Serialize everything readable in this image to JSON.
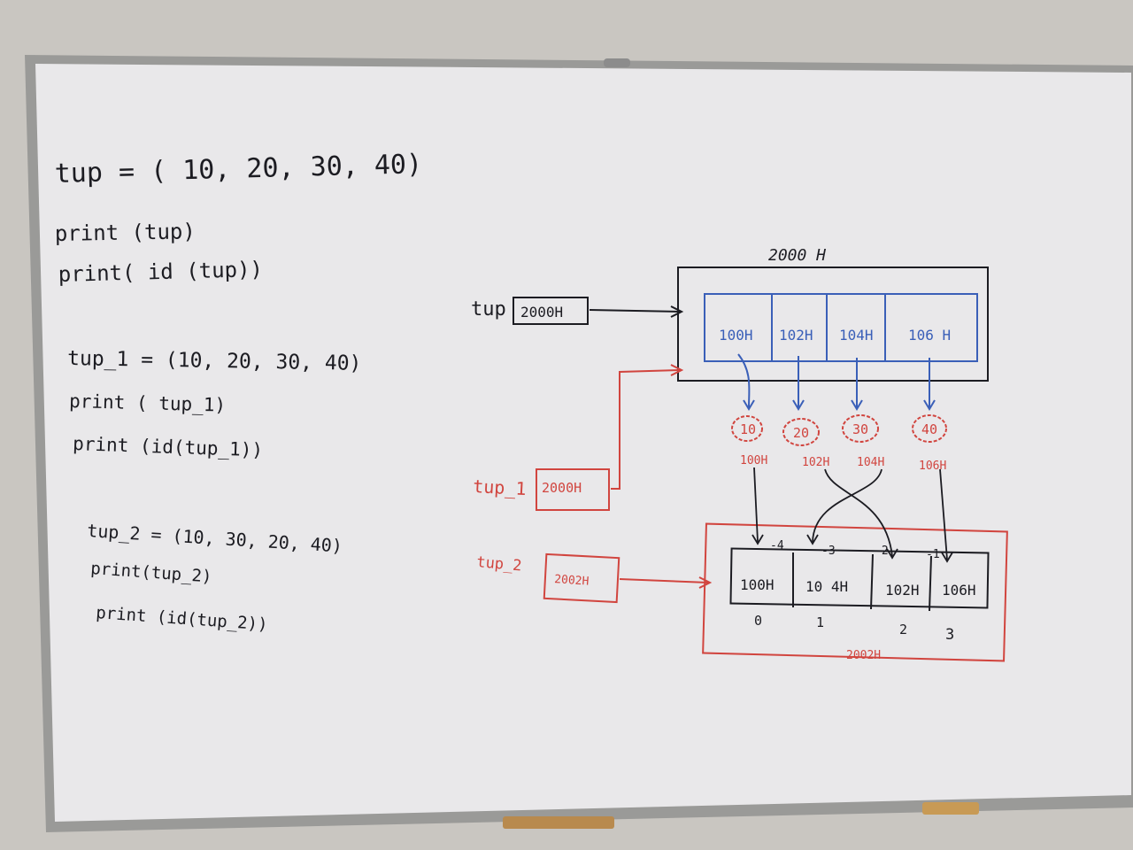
{
  "colors": {
    "wall": "#c9c6c1",
    "frame": "#9a9a98",
    "board": "#e9e8ea",
    "black_marker": "#1c1c22",
    "blue_marker": "#3a5fb8",
    "red_marker": "#d1453f"
  },
  "code": {
    "tup_def": "tup  =  ( 10, 20, 30, 40)",
    "tup_print": "print (tup)",
    "tup_print_id": "print( id (tup))",
    "tup1_def": "tup_1 = (10, 20, 30, 40)",
    "tup1_print": "print ( tup_1)",
    "tup1_print_id": "print (id(tup_1))",
    "tup2_def": "tup_2 = (10, 30, 20, 40)",
    "tup2_print": "print(tup_2)",
    "tup2_print_id": "print (id(tup_2))"
  },
  "diagram": {
    "tup_label": "tup",
    "tup_box": "2000H",
    "tup1_label": "tup_1",
    "tup1_box": "2000H",
    "tup2_label": "tup_2",
    "tup2_box": "2002H",
    "outer_addr": "2000 H",
    "slots_top": [
      "100H",
      "102H",
      "104H",
      "106 H"
    ],
    "values": [
      "10",
      "20",
      "30",
      "40"
    ],
    "value_addrs": [
      "100H",
      "102H",
      "104H",
      "106H"
    ],
    "neg_indices": [
      "-4",
      "-3",
      "-2",
      "-1"
    ],
    "slots_bottom": [
      "100H",
      "10 4H",
      "102H",
      "106H"
    ],
    "pos_indices": [
      "0",
      "1",
      "2",
      "3"
    ],
    "bottom_addr": "2002H"
  }
}
